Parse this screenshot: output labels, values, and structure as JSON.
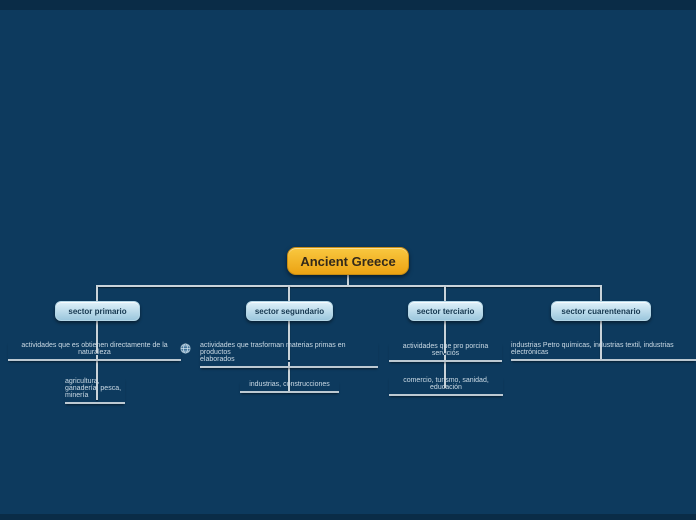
{
  "app": {
    "background_color": "#0d3a5e",
    "edge_bar_color": "#0a2c47",
    "connector_color": "#c9d3da",
    "root_color": "#f2b32a",
    "branch_node_color": "#bcdcec"
  },
  "map": {
    "root": {
      "label": "Ancient Greece"
    },
    "branches": [
      {
        "label": "sector primario",
        "children": [
          {
            "lines": [
              "actividades que es obtienen directamente de la naturaleza"
            ],
            "icon": "globe-link-icon"
          },
          {
            "lines": [
              "agricultura,",
              "ganadería, pesca,",
              "minería"
            ]
          }
        ]
      },
      {
        "label": "sector segundario",
        "children": [
          {
            "lines": [
              "actividades que trasforman materias primas en productos",
              "elaborados"
            ]
          },
          {
            "lines": [
              "industrias, construcciones"
            ]
          }
        ]
      },
      {
        "label": "sector terciario",
        "children": [
          {
            "lines": [
              "actividades que pro porcina serviciós"
            ]
          },
          {
            "lines": [
              "comercio, turismo, sanidad, educación"
            ]
          }
        ]
      },
      {
        "label": "sector cuarentenario",
        "children": [
          {
            "lines": [
              "industrias Petro químicas, industrias textil, industrias",
              "electrónicas"
            ]
          }
        ]
      }
    ]
  }
}
